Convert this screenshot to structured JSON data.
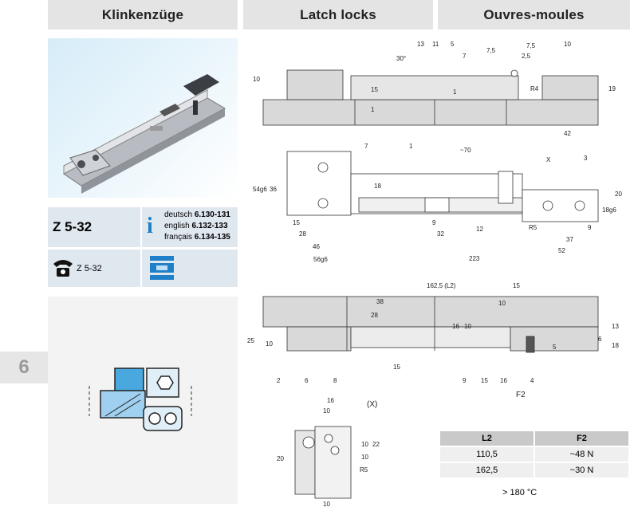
{
  "headers": [
    "Klinkenzüge",
    "Latch locks",
    "Ouvres-moules"
  ],
  "product_code": "Z 5-32",
  "references": [
    {
      "lang": "deutsch",
      "pages": "6.130-131"
    },
    {
      "lang": "english",
      "pages": "6.132-133"
    },
    {
      "lang": "français",
      "pages": "6.134-135"
    }
  ],
  "phone_code": "Z 5-32",
  "section_number": "6",
  "table": {
    "headers": [
      "L2",
      "F2"
    ],
    "rows": [
      [
        "110,5",
        "~48 N"
      ],
      [
        "162,5",
        "~30 N"
      ]
    ]
  },
  "temperature_note": "> 180 °C",
  "drawing_labels": {
    "top_callouts": [
      "13",
      "11",
      "5",
      "10"
    ],
    "top_dims": [
      "30°",
      "7,5",
      "2,5",
      "7,5",
      "7",
      "15",
      "1",
      "1",
      "R4",
      "19",
      "42",
      "10"
    ],
    "plan_callouts": [
      "7",
      "1",
      "3"
    ],
    "plan_dims": [
      "~70",
      "X",
      "54g6",
      "36",
      "18",
      "20",
      "18g6",
      "15",
      "28",
      "46",
      "56g6",
      "9",
      "32",
      "12",
      "R5",
      "37",
      "9",
      "52",
      "223"
    ],
    "section_dims": [
      "162,5 (L2)",
      "15",
      "38",
      "28",
      "10",
      "16",
      "10",
      "13",
      "6",
      "18",
      "25",
      "10",
      "15",
      "5"
    ],
    "section_callouts": [
      "2",
      "6",
      "8",
      "9",
      "15",
      "16",
      "4"
    ],
    "force_label": "F2",
    "detail_label": "(X)",
    "detail_dims": [
      "16",
      "10",
      "10",
      "10",
      "22",
      "20",
      "R5",
      "10"
    ]
  }
}
